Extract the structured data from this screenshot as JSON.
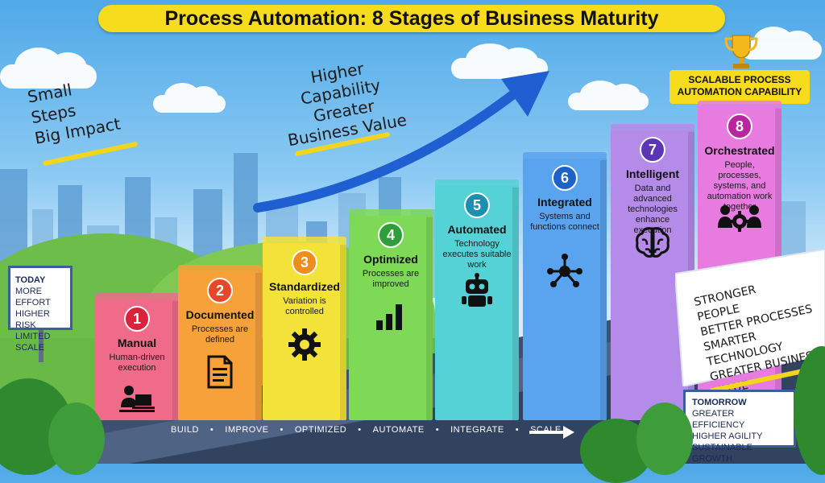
{
  "title": "Process Automation: 8 Stages of Business Maturity",
  "left_note": [
    "Small",
    "Steps",
    "Big Impact"
  ],
  "arrow_note": [
    "Higher",
    "Capability",
    "Greater",
    "Business Value"
  ],
  "top_right_label": [
    "SCALABLE PROCESS",
    "AUTOMATION CAPABILITY"
  ],
  "today_sign": {
    "title": "TODAY",
    "lines": [
      "MORE EFFORT",
      "HIGHER RISK",
      "LIMITED SCALE"
    ]
  },
  "tomorrow_sign": {
    "title": "TOMORROW",
    "lines": [
      "GREATER EFFICIENCY",
      "HIGHER AGILITY",
      "SUSTAINABLE GROWTH"
    ]
  },
  "right_board": [
    "STRONGER",
    "PEOPLE",
    "BETTER PROCESSES",
    "SMARTER TECHNOLOGY",
    "GREATER BUSINESS VALUE"
  ],
  "road_labels": [
    "BUILD",
    "IMPROVE",
    "OPTIMIZED",
    "AUTOMATE",
    "INTEGRATE",
    "SCALE"
  ],
  "stages": [
    {
      "num": "1",
      "name": "Manual",
      "desc": "Human-driven execution",
      "icon": "person-laptop-icon",
      "color": "#f06b8a",
      "badge": "#d8233b"
    },
    {
      "num": "2",
      "name": "Documented",
      "desc": "Processes are defined",
      "icon": "document-icon",
      "color": "#f7a13a",
      "badge": "#e8482a"
    },
    {
      "num": "3",
      "name": "Standardized",
      "desc": "Variation is controlled",
      "icon": "gear-icon",
      "color": "#f2e23a",
      "badge": "#ee8c1c"
    },
    {
      "num": "4",
      "name": "Optimized",
      "desc": "Processes are improved",
      "icon": "bar-chart-icon",
      "color": "#7ed957",
      "badge": "#2f9d3a"
    },
    {
      "num": "5",
      "name": "Automated",
      "desc": "Technology executes suitable work",
      "icon": "robot-icon",
      "color": "#55d2d6",
      "badge": "#1c8fb0"
    },
    {
      "num": "6",
      "name": "Integrated",
      "desc": "Systems and functions connect",
      "icon": "network-icon",
      "color": "#5aa3ee",
      "badge": "#1e62c8"
    },
    {
      "num": "7",
      "name": "Intelligent",
      "desc": "Data and advanced technologies enhance execution",
      "icon": "brain-icon",
      "color": "#b48be8",
      "badge": "#5b35b5"
    },
    {
      "num": "8",
      "name": "Orchestrated",
      "desc": "People, processes, systems, and automation work together",
      "icon": "team-gear-icon",
      "color": "#e77be0",
      "badge": "#b8259f"
    }
  ]
}
